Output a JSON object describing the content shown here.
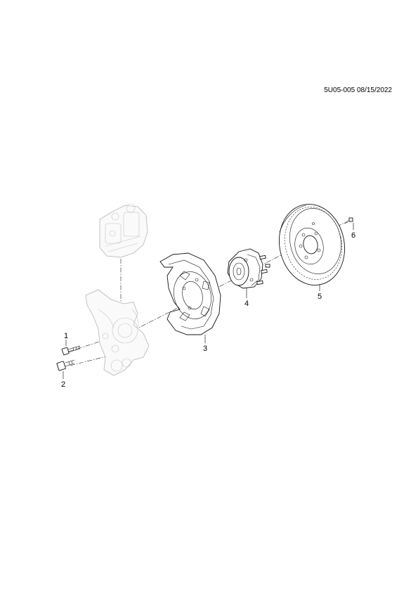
{
  "header": {
    "diagram_code": "5U05-005 08/15/2022"
  },
  "callouts": [
    {
      "id": "1",
      "text": "1"
    },
    {
      "id": "2",
      "text": "2"
    },
    {
      "id": "3",
      "text": "3"
    },
    {
      "id": "4",
      "text": "4"
    },
    {
      "id": "5",
      "text": "5"
    },
    {
      "id": "6",
      "text": "6"
    }
  ],
  "icons": {
    "caliper": "brake-caliper-icon",
    "knuckle": "steering-knuckle-icon",
    "shield": "brake-shield-icon",
    "hub": "wheel-hub-icon",
    "rotor": "brake-rotor-icon",
    "bolt": "bolt-icon",
    "screw": "screw-icon"
  }
}
